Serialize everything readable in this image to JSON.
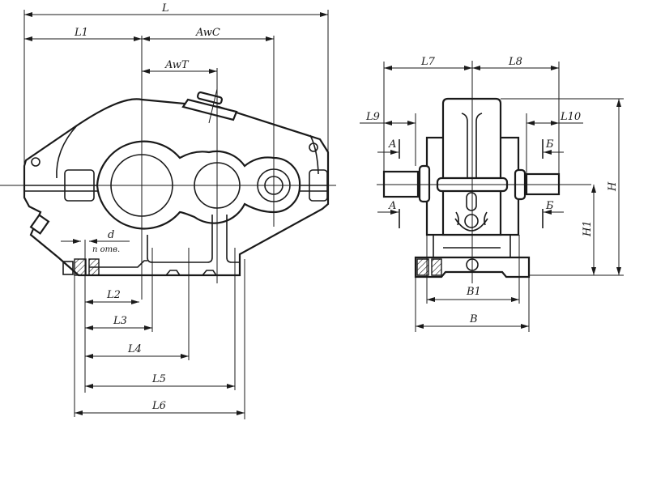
{
  "front_view": {
    "labels": {
      "L": "L",
      "L1": "L1",
      "AwC": "AwC",
      "AwT": "AwT",
      "d": "d",
      "holes": "n отв.",
      "L2": "L2",
      "L3": "L3",
      "L4": "L4",
      "L5": "L5",
      "L6": "L6"
    }
  },
  "side_view": {
    "labels": {
      "L7": "L7",
      "L8": "L8",
      "L9": "L9",
      "L10": "L10",
      "A_top": "A",
      "A_bottom": "A",
      "B_section_top": "Б",
      "B_section_bottom": "Б",
      "H": "H",
      "H1": "H1",
      "B1": "B1",
      "B": "B"
    }
  }
}
